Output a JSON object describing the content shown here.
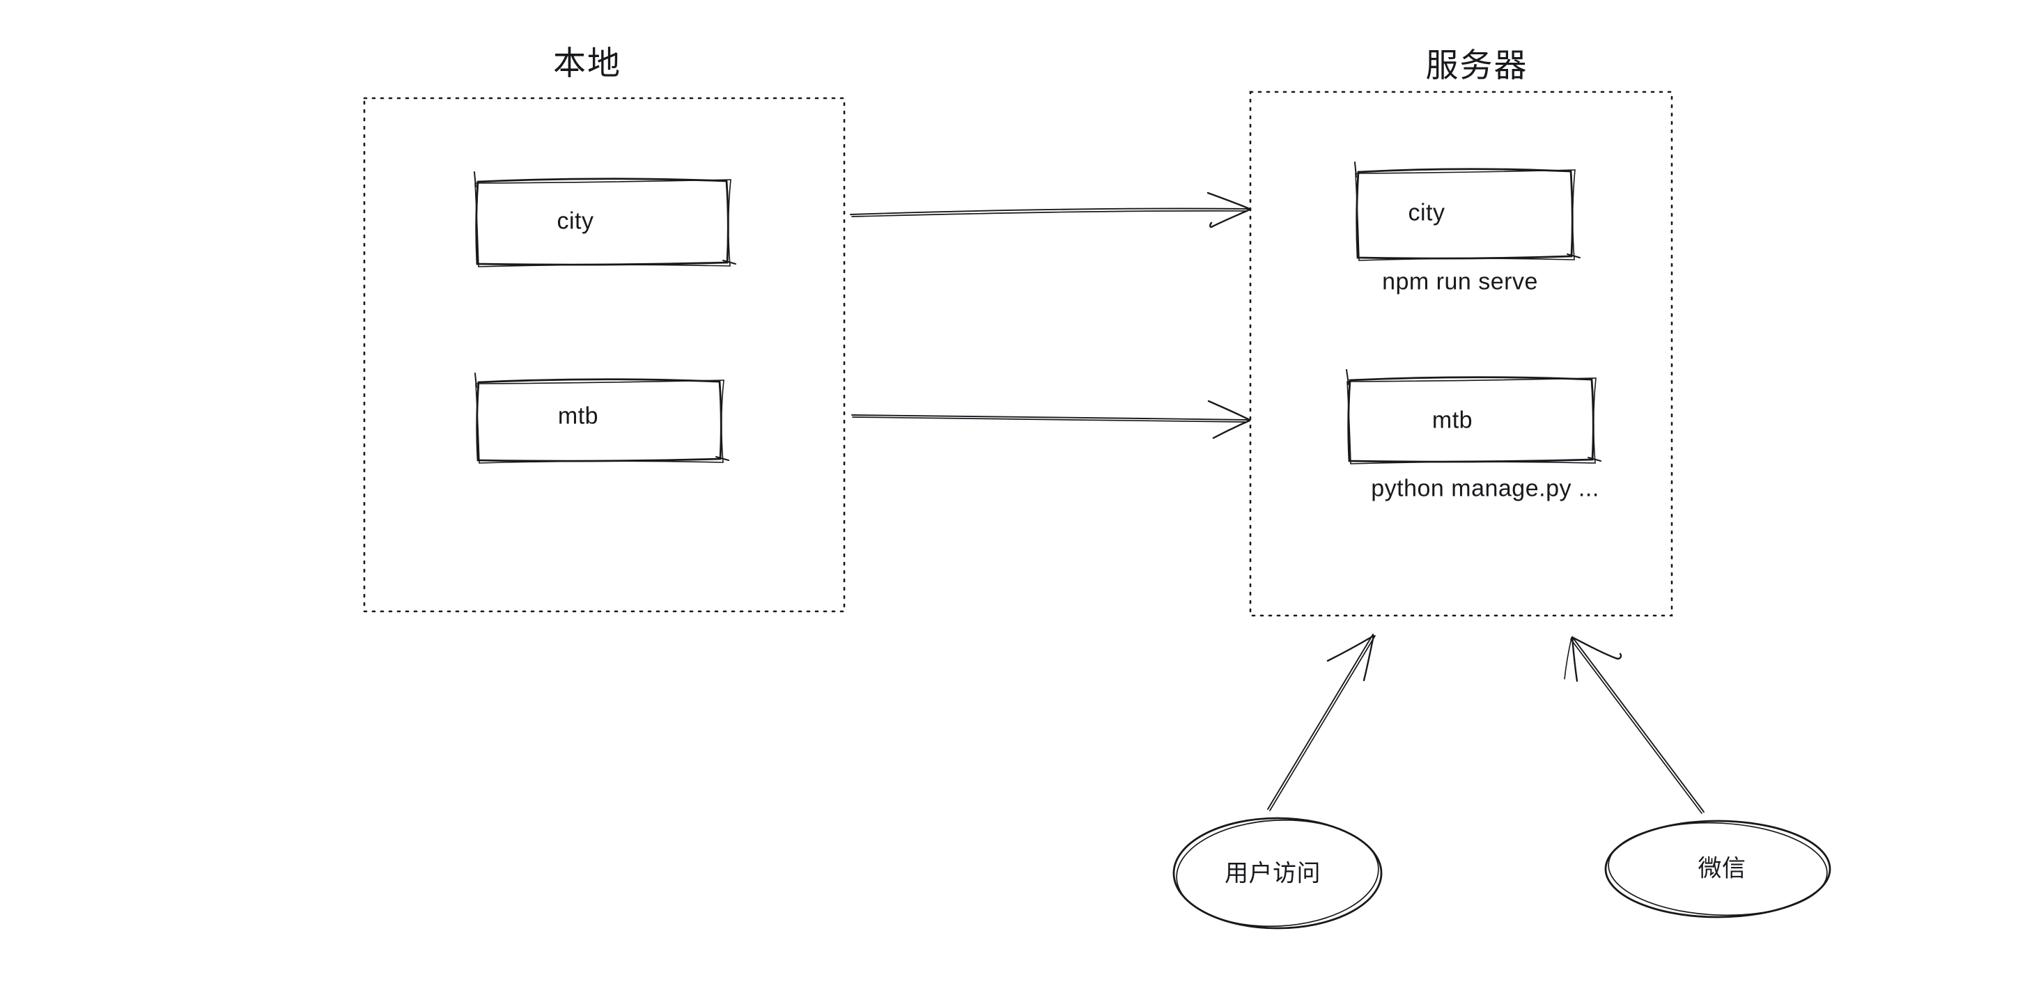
{
  "diagram": {
    "background": "#ffffff",
    "ink_color": "#17191c",
    "local_group": {
      "title": "本地",
      "nodes": [
        {
          "label": "city"
        },
        {
          "label": "mtb"
        }
      ]
    },
    "server_group": {
      "title": "服务器",
      "nodes": [
        {
          "label": "city",
          "command": "npm run serve"
        },
        {
          "label": "mtb",
          "command": "python manage.py ..."
        }
      ]
    },
    "actors": [
      {
        "label": "用户访问"
      },
      {
        "label": "微信"
      }
    ],
    "connections": [
      {
        "from": "local/city",
        "to": "server/city"
      },
      {
        "from": "local/mtb",
        "to": "server/mtb"
      },
      {
        "from": "actor/用户访问",
        "to": "server"
      },
      {
        "from": "actor/微信",
        "to": "server"
      }
    ]
  }
}
